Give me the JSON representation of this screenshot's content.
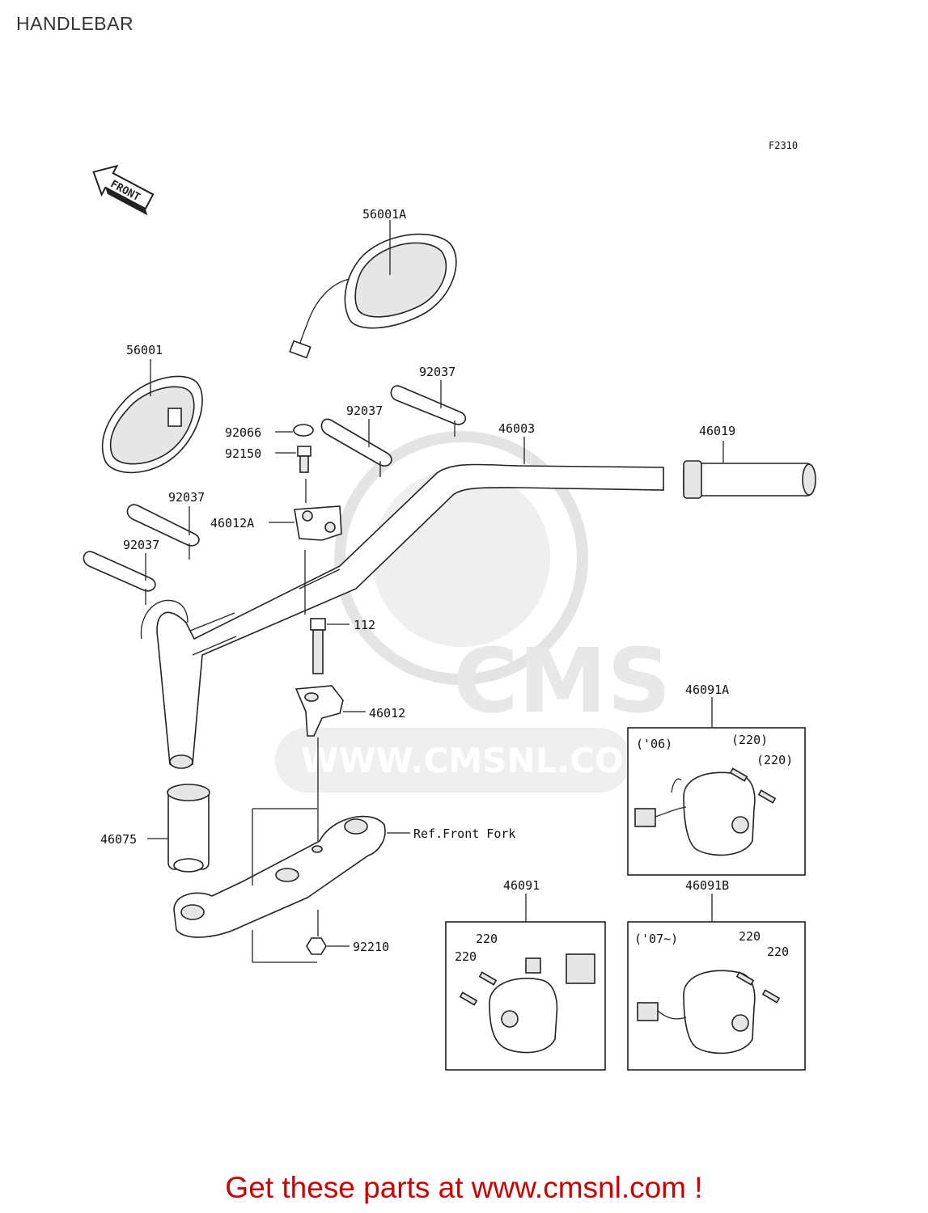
{
  "page": {
    "title": "HANDLEBAR",
    "figure_code": "F2310",
    "front_label": "FRONT",
    "watermark_brand": "CMS",
    "watermark_url": "WWW.CMSNL.COM",
    "promo_text": "Get these parts at www.cmsnl.com !"
  },
  "parts": {
    "p56001A": "56001A",
    "p56001": "56001",
    "p92037_a": "92037",
    "p92037_b": "92037",
    "p92037_c": "92037",
    "p92037_d": "92037",
    "p92066": "92066",
    "p92150": "92150",
    "p46003": "46003",
    "p46019": "46019",
    "p46012A": "46012A",
    "p112": "112",
    "p46012": "46012",
    "p46075": "46075",
    "ref_front_fork": "Ref.Front Fork",
    "p92210": "92210",
    "p46091A": "46091A",
    "p46091": "46091",
    "p46091B": "46091B"
  },
  "insets": {
    "a_year": "('06)",
    "a_220_1": "(220)",
    "a_220_2": "(220)",
    "center_220_1": "220",
    "center_220_2": "220",
    "b_year": "('07~)",
    "b_220_1": "220",
    "b_220_2": "220"
  }
}
